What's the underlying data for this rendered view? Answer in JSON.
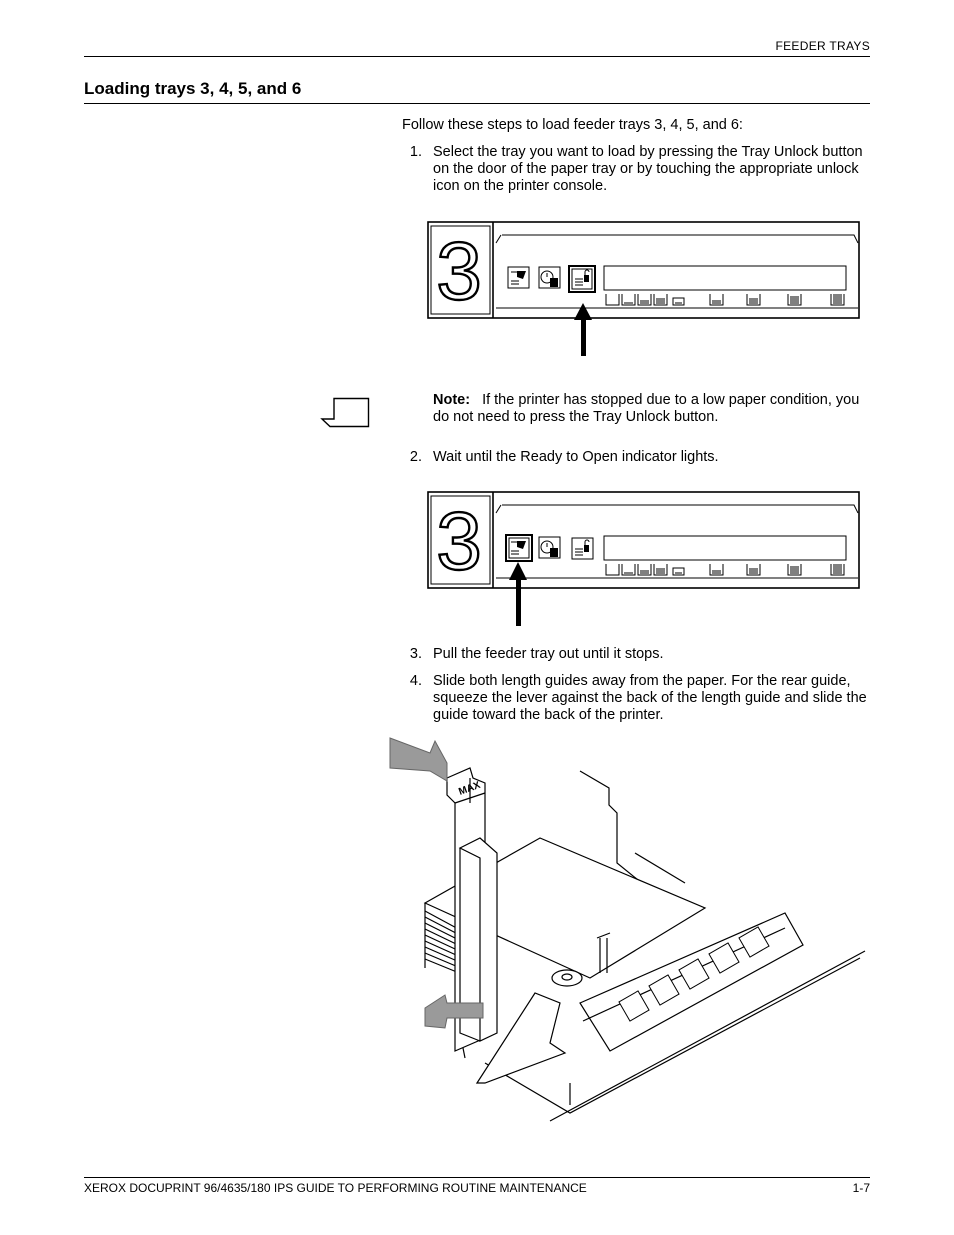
{
  "header": {
    "section": "FEEDER TRAYS"
  },
  "section_title": "Loading trays 3, 4, 5, and 6",
  "intro": "Follow these steps to load feeder trays 3, 4, 5, and 6:",
  "steps": [
    {
      "number": "1.",
      "text": "Select the tray you want to load by pressing the Tray Unlock button on the door of the paper tray or by touching the appropriate unlock icon on the printer console."
    },
    {
      "number": "2.",
      "text": "Wait until the Ready to Open indicator lights."
    },
    {
      "number": "3.",
      "text": "Pull the feeder tray out until it stops."
    },
    {
      "number": "4.",
      "text": "Slide both length guides away from the paper. For the rear guide, squeeze the lever against the back of the length guide and slide the guide toward the back of the printer."
    }
  ],
  "note": {
    "label": "Note:",
    "text": "If the printer has stopped due to a low paper condition, you do not need to press the Tray Unlock button."
  },
  "figures": {
    "tray_panel_1": {
      "tray_number": "3"
    },
    "tray_panel_2": {
      "tray_number": "3"
    },
    "tray_illustration": {
      "guide_label": "MAX"
    }
  },
  "footer": {
    "doc_title": "XEROX DOCUPRINT 96/4635/180 IPS GUIDE TO PERFORMING ROUTINE MAINTENANCE",
    "page_number": "1-7"
  }
}
